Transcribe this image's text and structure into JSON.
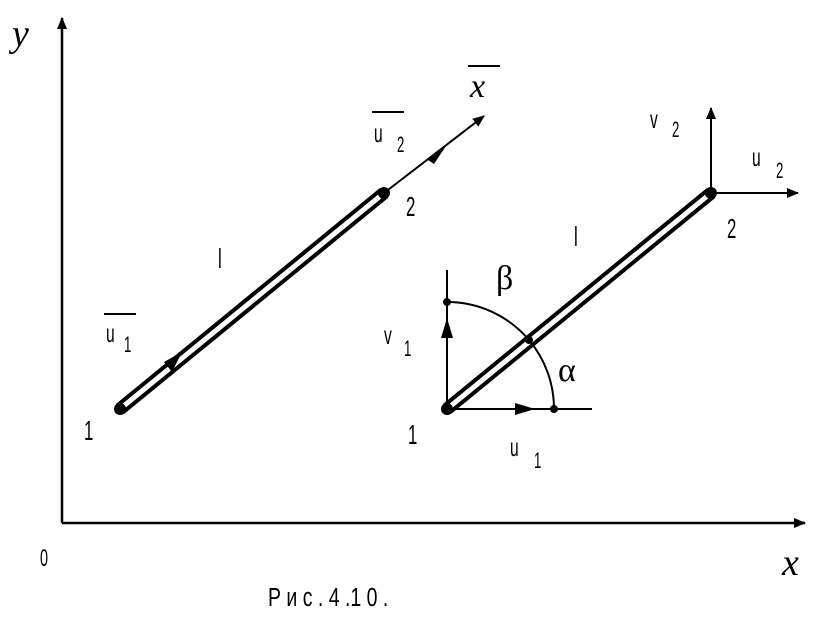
{
  "axes": {
    "y_label": "y",
    "x_label": "x",
    "origin_label": "0"
  },
  "left_element": {
    "xbar_label": "x",
    "u2_label": "u",
    "u2_sub": "2",
    "u1_label": "u",
    "u1_sub": "1",
    "length_label": "l",
    "node_start_label": "1",
    "node_end_label": "2"
  },
  "right_element": {
    "length_label": "l",
    "node_start_label": "1",
    "node_end_label": "2",
    "v2_label": "v",
    "v2_sub": "2",
    "u2_label": "u",
    "u2_sub": "2",
    "v1_label": "v",
    "v1_sub": "1",
    "u1_label": "u",
    "u1_sub": "1",
    "beta_label": "β",
    "alpha_label": "α"
  },
  "caption": "Р и с . 4 .1 0 ."
}
